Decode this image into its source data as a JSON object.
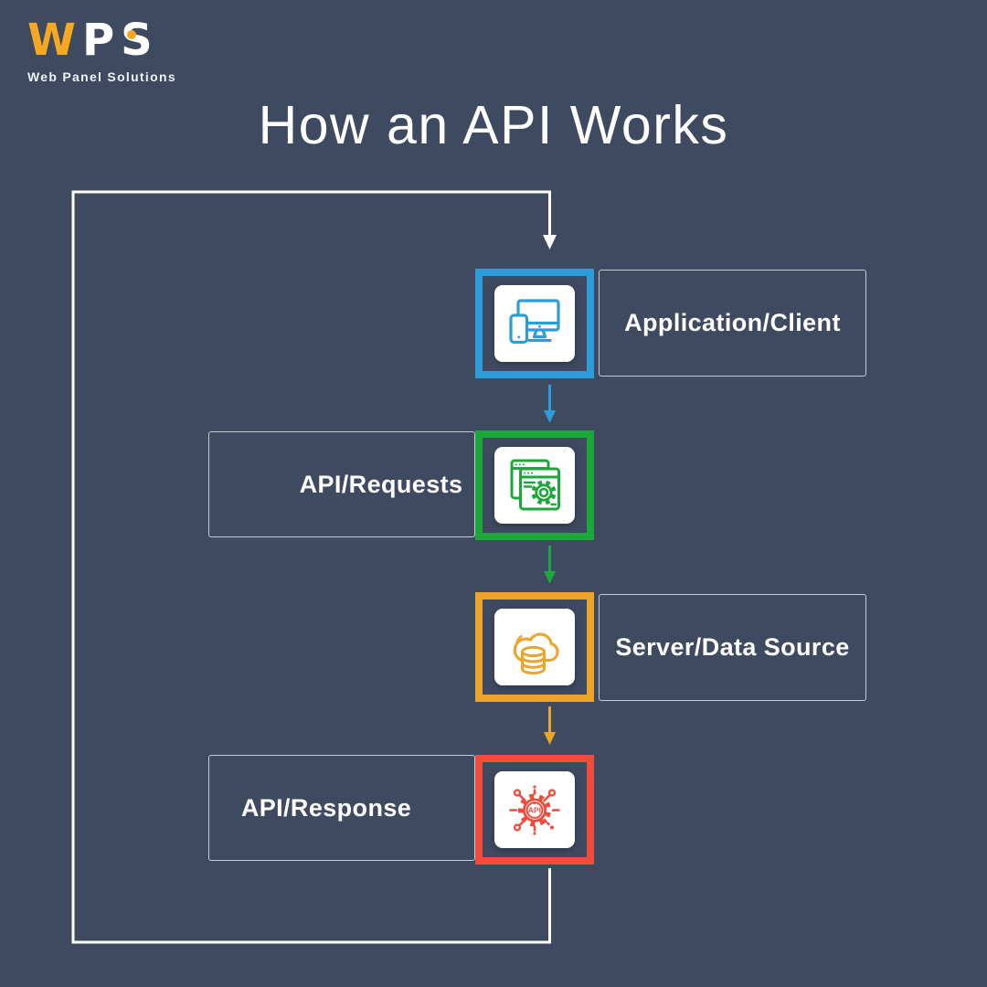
{
  "logo": {
    "letter_w": "W",
    "letter_p": "P",
    "letter_s": "S",
    "tagline": "Web Panel Solutions"
  },
  "title": "How an API Works",
  "colors": {
    "bg": "#3E4A60",
    "blue": "#2D9CDB",
    "green": "#1CA73B",
    "orange": "#ECA42B",
    "red": "#F04B3B",
    "logo-orange": "#F7A823",
    "line-white": "#FFFFFF",
    "label-border": "#C4CBD6",
    "text-white": "#FFFFFF"
  },
  "steps": [
    {
      "name": "application-client",
      "label": "Application/Client",
      "accent": "blue",
      "icon": "devices-icon"
    },
    {
      "name": "api-requests",
      "label": "API/Requests",
      "accent": "green",
      "icon": "browser-gear-icon"
    },
    {
      "name": "server-data-source",
      "label": "Server/Data Source",
      "accent": "orange",
      "icon": "cloud-database-icon"
    },
    {
      "name": "api-response",
      "label": "API/Response",
      "accent": "red",
      "icon": "api-network-icon",
      "icon_text": "API"
    }
  ]
}
